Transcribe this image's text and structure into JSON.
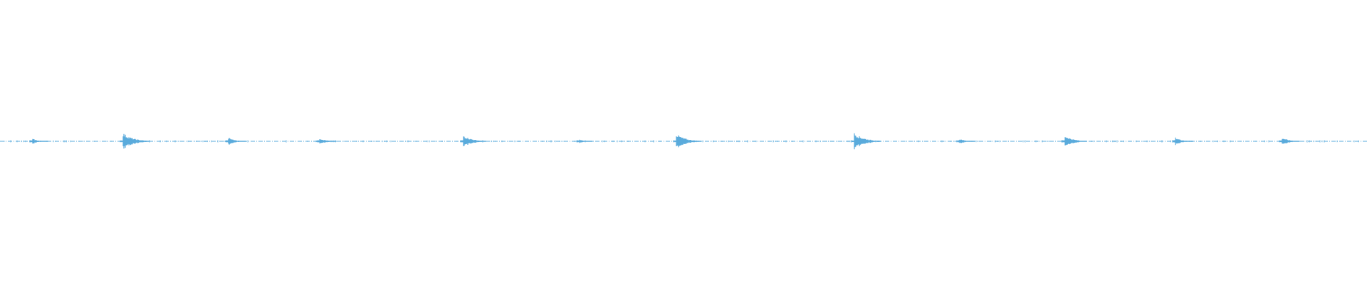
{
  "waveform": {
    "color": "#5aabdc",
    "background": "#ffffff",
    "baseline_style": "dash-dot",
    "events": [
      {
        "time": 0.024,
        "peak": 0.3
      },
      {
        "time": 0.09,
        "peak": 1.0
      },
      {
        "time": 0.167,
        "peak": 0.45
      },
      {
        "time": 0.234,
        "peak": 0.4
      },
      {
        "time": 0.339,
        "peak": 0.75
      },
      {
        "time": 0.424,
        "peak": 0.2
      },
      {
        "time": 0.495,
        "peak": 0.9
      },
      {
        "time": 0.625,
        "peak": 1.0
      },
      {
        "time": 0.702,
        "peak": 0.3
      },
      {
        "time": 0.779,
        "peak": 0.7
      },
      {
        "time": 0.86,
        "peak": 0.45
      },
      {
        "time": 0.938,
        "peak": 0.45
      }
    ]
  }
}
